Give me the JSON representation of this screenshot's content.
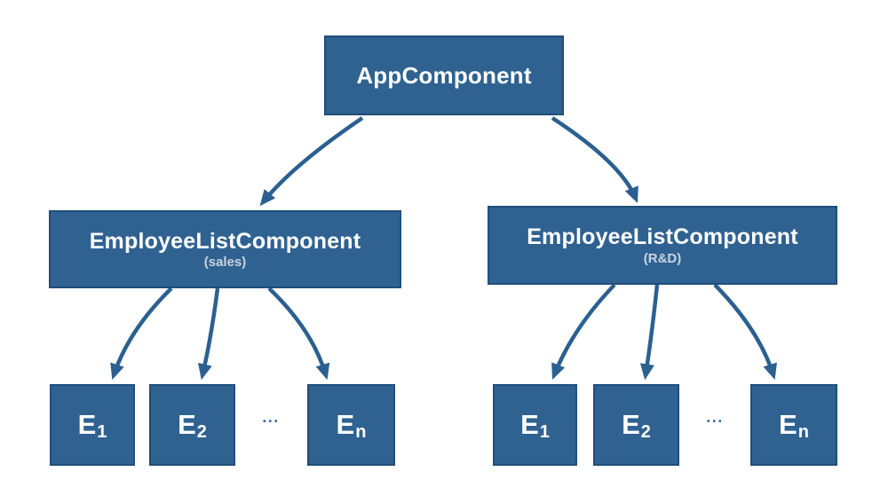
{
  "colors": {
    "background": "#ffffff",
    "box_fill": "#2f6291",
    "box_border": "#1f4e7b",
    "arrow": "#2b6090",
    "title_text": "#ffffff",
    "subtitle_text": "#c9d4dd",
    "ellipsis": "#3d6e9c"
  },
  "diagram": {
    "root": {
      "title": "AppComponent"
    },
    "branches": [
      {
        "title": "EmployeeListComponent",
        "subtitle": "(sales)",
        "ellipsis": "...",
        "children": [
          {
            "base": "E",
            "sub": "1"
          },
          {
            "base": "E",
            "sub": "2"
          },
          {
            "base": "E",
            "sub": "n"
          }
        ]
      },
      {
        "title": "EmployeeListComponent",
        "subtitle": "(R&D)",
        "ellipsis": "...",
        "children": [
          {
            "base": "E",
            "sub": "1"
          },
          {
            "base": "E",
            "sub": "2"
          },
          {
            "base": "E",
            "sub": "n"
          }
        ]
      }
    ]
  }
}
